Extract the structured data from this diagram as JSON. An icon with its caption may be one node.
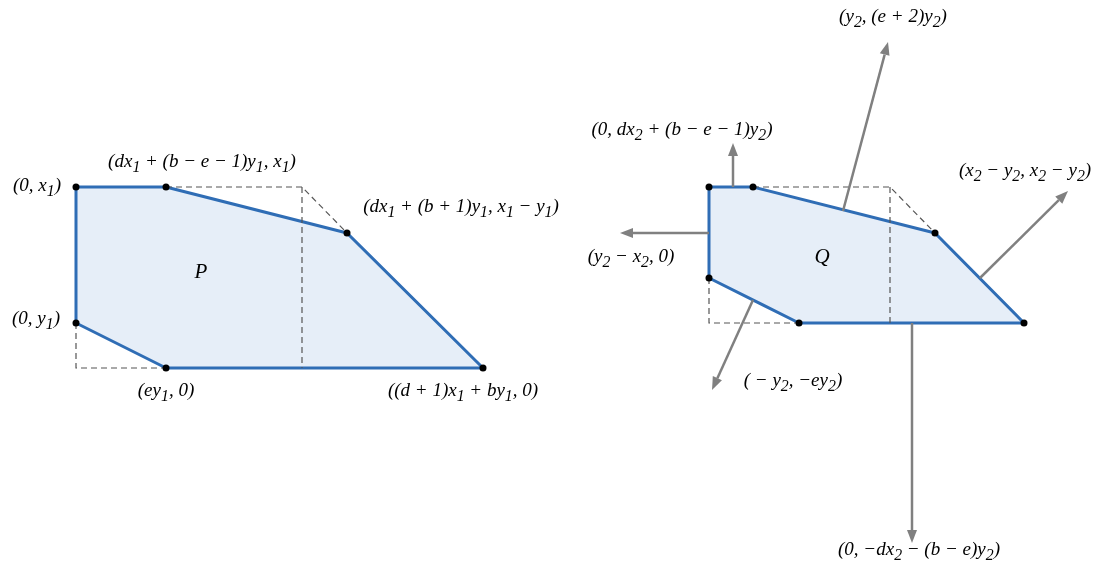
{
  "diagram": {
    "nodes": [
      {
        "text": [
          "P"
        ]
      },
      {
        "text": [
          "Q"
        ]
      }
    ],
    "edges": [],
    "labels": [
      "(dx$_{1}$ + (b − e − 1)y$_{1}$, x$_{1}$)",
      "(0, x$_{1}$)",
      "(dx$_{1}$ + (b + 1)y$_{1}$, x$_{1}$ − y$_{1}$)",
      "(0, y$_{1}$)",
      "(ey$_{1}$, 0)",
      "((d + 1)x$_{1}$ + by$_{1}$, 0)",
      "(y$_{2}$, (e + 2)y$_{2}$)",
      "(0, dx$_{2}$ + (b − e − 1)y$_{2}$)",
      "(x$_{2}$ − y$_{2}$, x$_{2}$ − y$_{2}$)",
      "(y$_{2}$ − x$_{2}$, 0)",
      "( − y$_{2}$, −ey$_{2}$)",
      "(0, −dx$_{2}$ − (b − e)y$_{2}$)"
    ]
  }
}
